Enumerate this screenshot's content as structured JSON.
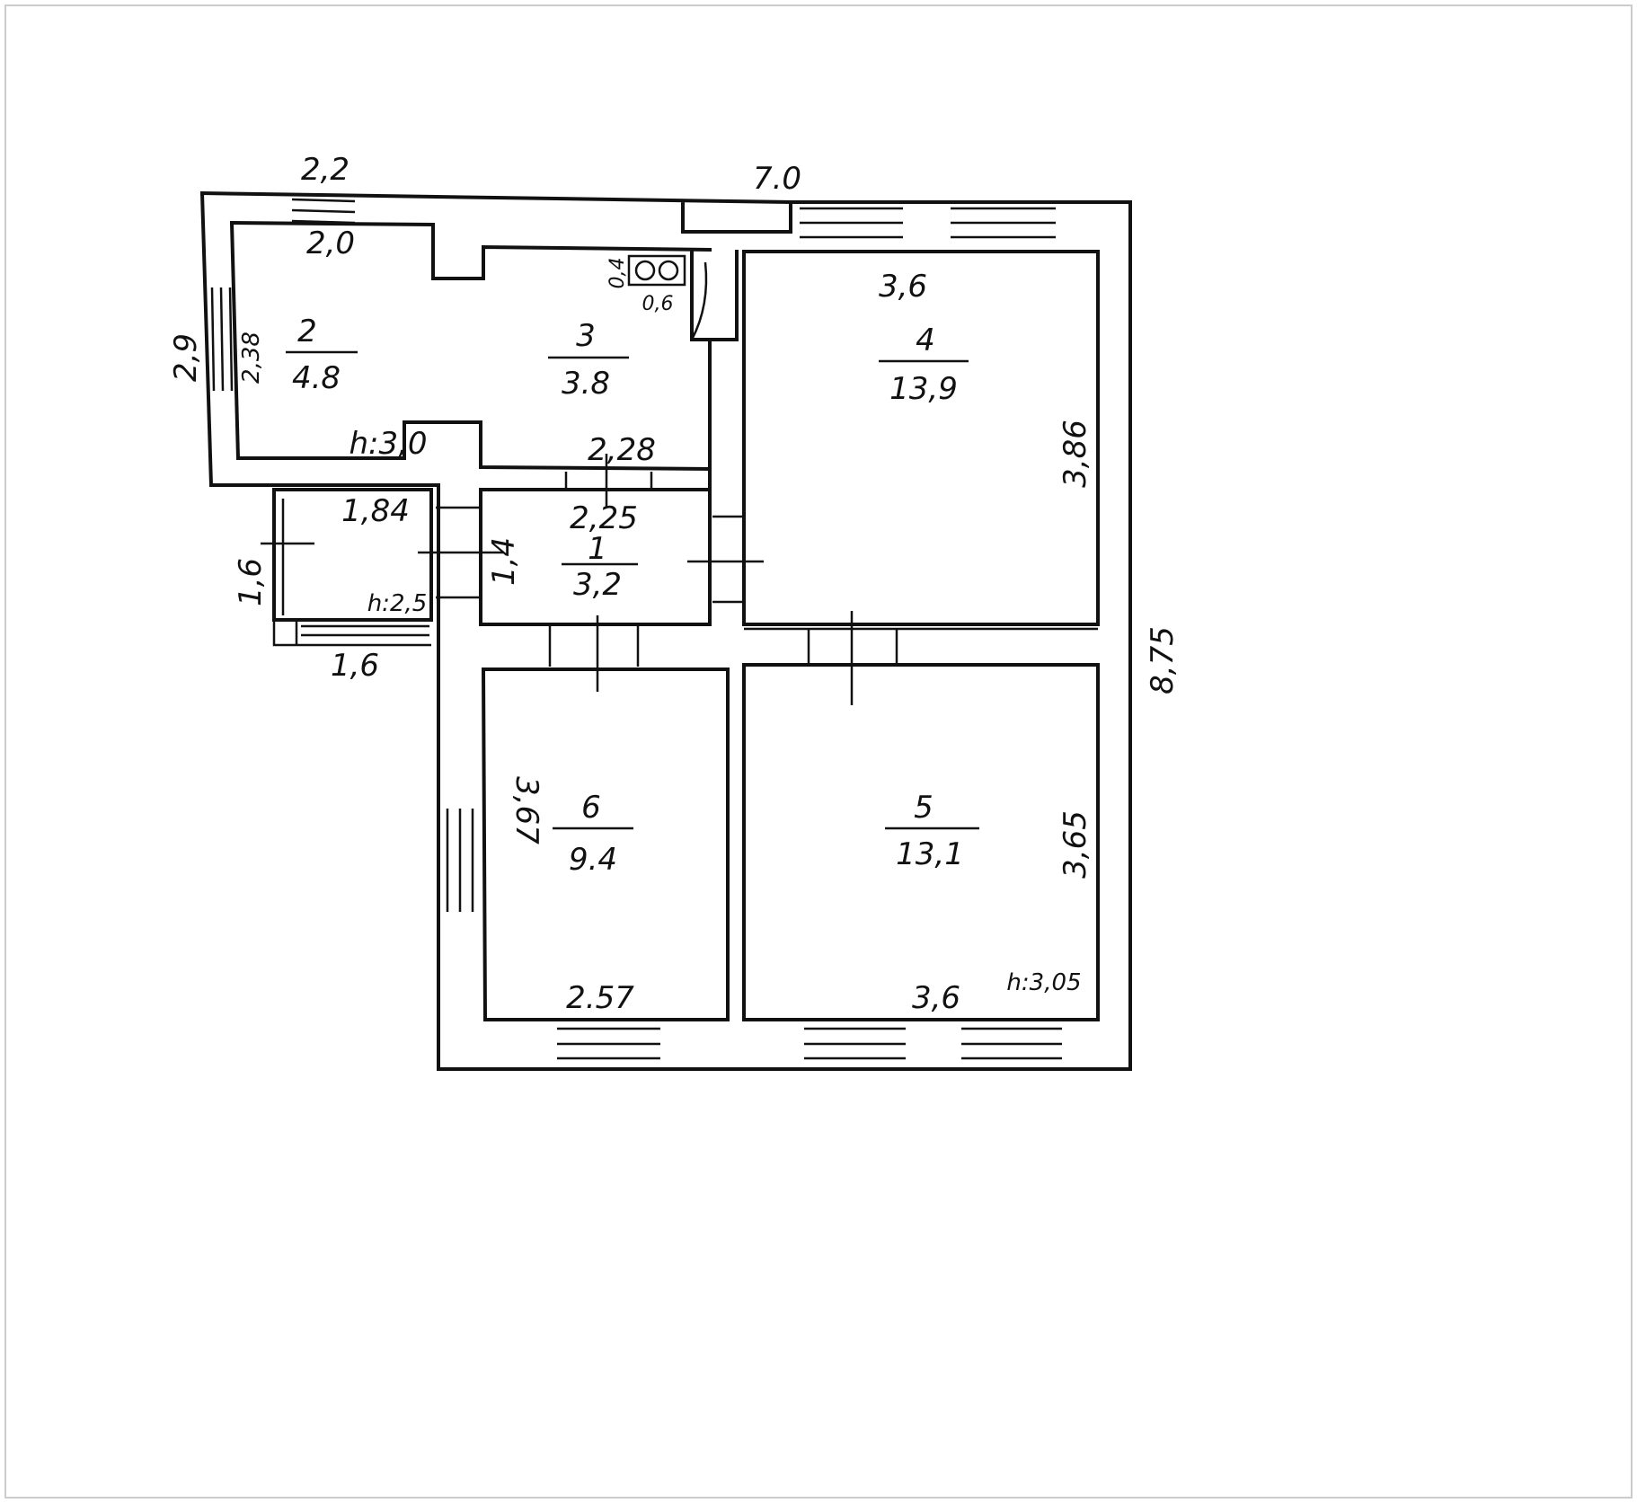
{
  "plan": {
    "overall": {
      "top_left_width": "2,2",
      "top_width": "7.0",
      "right_height": "8,75",
      "left_height": "2,9"
    },
    "rooms": [
      {
        "id": "room-1",
        "number": "1",
        "area": "3,2",
        "width": "2,25",
        "depth": "1,4"
      },
      {
        "id": "room-2",
        "number": "2",
        "area": "4.8",
        "width": "2,0",
        "depth": "2,38",
        "height": "h:3,0"
      },
      {
        "id": "room-3",
        "number": "3",
        "area": "3.8",
        "width": "2,28"
      },
      {
        "id": "room-4",
        "number": "4",
        "area": "13,9",
        "width": "3,6",
        "depth": "3,86"
      },
      {
        "id": "room-5",
        "number": "5",
        "area": "13,1",
        "width": "3,6",
        "depth": "3,65",
        "height": "h:3,05"
      },
      {
        "id": "room-6",
        "number": "6",
        "area": "9.4",
        "width": "2.57",
        "depth": "3,67"
      }
    ],
    "porch": {
      "width_top": "1,84",
      "width_bottom": "1,6",
      "depth": "1,6",
      "height": "h:2,5"
    },
    "stove": {
      "width": "0,6",
      "depth": "0,4"
    }
  }
}
